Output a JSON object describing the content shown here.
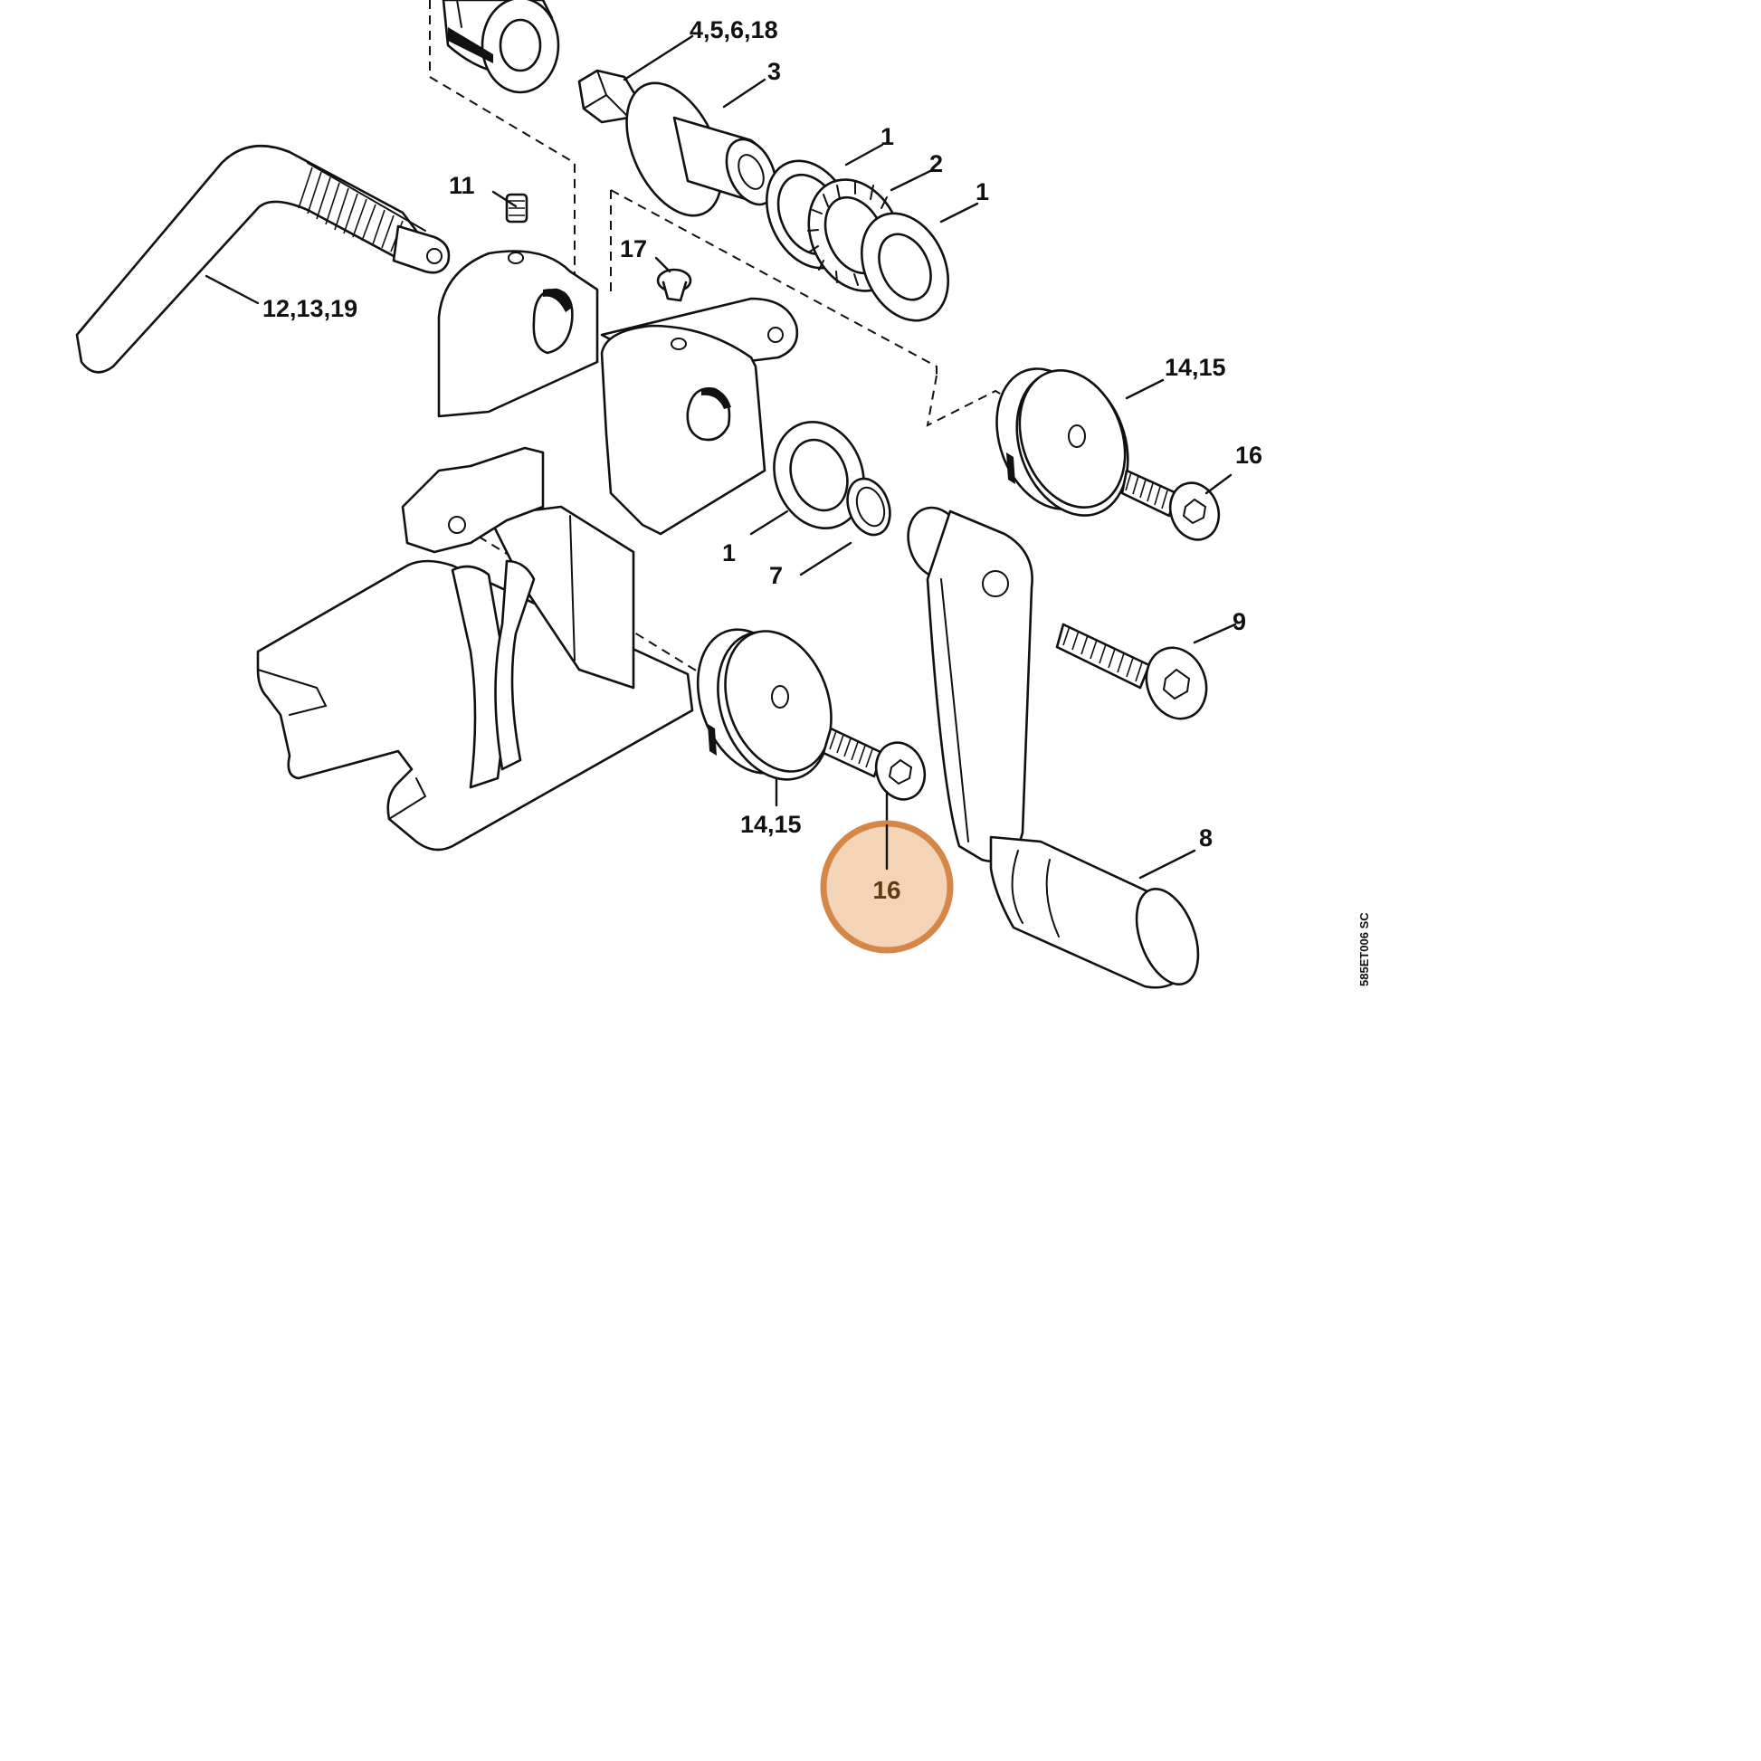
{
  "callouts": {
    "c_4_5_6_18": "4,5,6,18",
    "c_3": "3",
    "c_1_top": "1",
    "c_2": "2",
    "c_1_right": "1",
    "c_11": "11",
    "c_17": "17",
    "c_12_13_19": "12,13,19",
    "c_14_15_upper": "14,15",
    "c_16_upper": "16",
    "c_1_lower": "1",
    "c_7": "7",
    "c_9": "9",
    "c_14_15_lower": "14,15",
    "c_16_highlight": "16",
    "c_8": "8"
  },
  "drawing_code": "585ET006 SC",
  "highlight": {
    "fill": "#f3d4b6",
    "stroke": "#d5874a",
    "text_color": "#5e3a17"
  }
}
